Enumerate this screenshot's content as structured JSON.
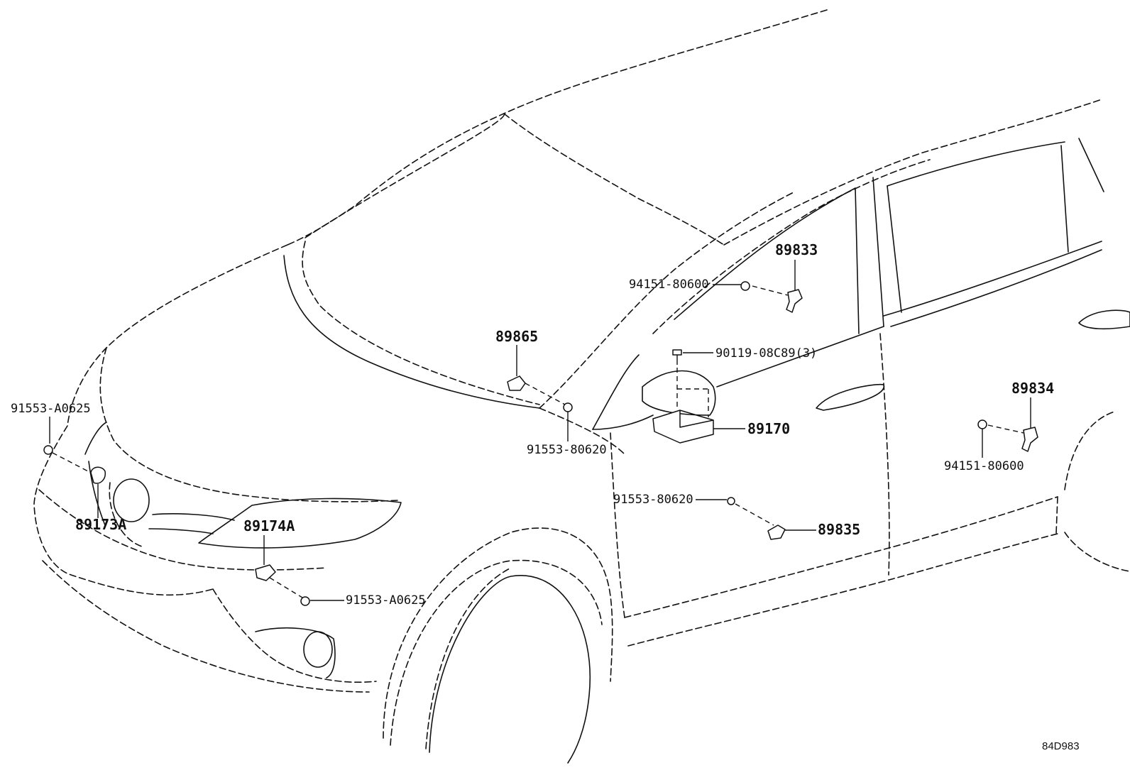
{
  "labels": {
    "p89833": "89833",
    "p94151_upper": "94151-80600",
    "p90119": "90119-08C89(3)",
    "p89865": "89865",
    "p91553_left": "91553-A0625",
    "p89170": "89170",
    "p91553_mid": "91553-80620",
    "p89834": "89834",
    "p94151_lower": "94151-80600",
    "p89173A": "89173A",
    "p89174A": "89174A",
    "p91553_door": "91553-80620",
    "p89835": "89835",
    "p91553_bottom": "91553-A0625"
  },
  "diagram_id": "84D983"
}
